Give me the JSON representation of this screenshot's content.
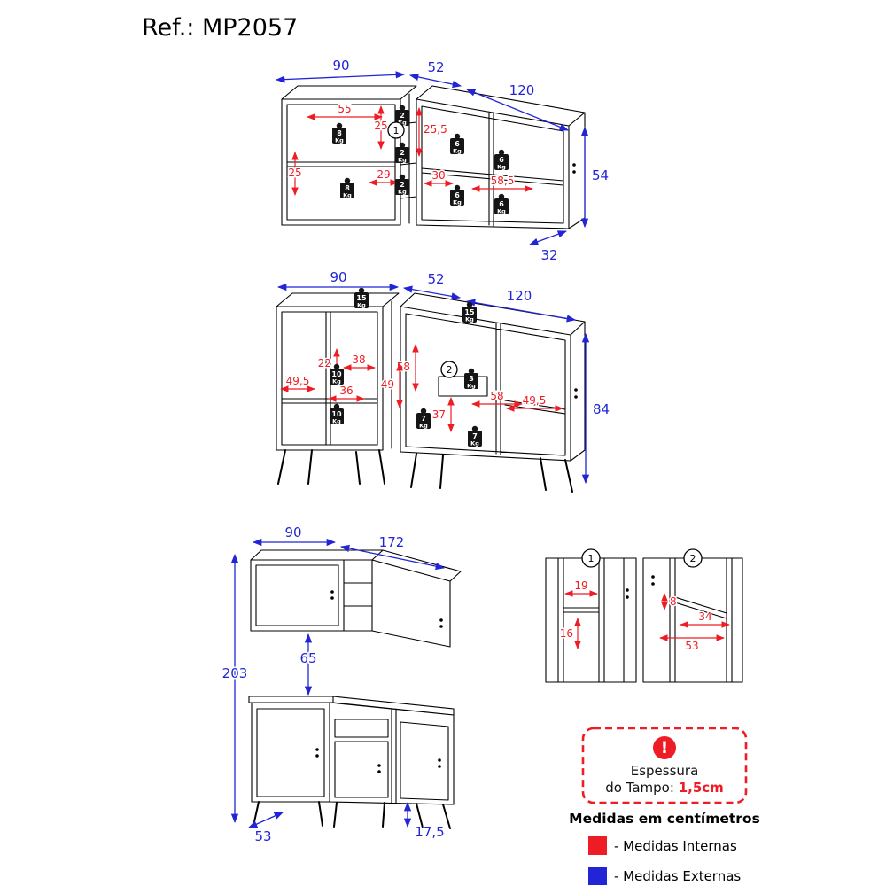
{
  "title": "Ref.: MP2057",
  "kg_unit": "Kg",
  "callouts": {
    "one": "1",
    "two": "2"
  },
  "wall_unit": {
    "external": {
      "left_width": "90",
      "corner_width": "52",
      "right_width": "120",
      "height": "54",
      "depth": "32"
    },
    "internal": {
      "left_shelf_width": "55",
      "left_upper_height": "25",
      "left_lower_height": "25",
      "corner_height": "25,5",
      "corner_width": "29",
      "corner_opening": "30",
      "right_shelf_width": "58,5"
    },
    "weights": [
      "8",
      "2",
      "2",
      "8",
      "2",
      "6",
      "6",
      "6",
      "6"
    ]
  },
  "base_unit": {
    "external": {
      "left_width": "90",
      "corner_width": "52",
      "right_width": "120",
      "height": "84"
    },
    "internal": {
      "left_depth": "49,5",
      "left_gap": "22",
      "left_width": "38",
      "left_shelf": "36",
      "mid_height": "58",
      "left_height": "49",
      "right_width": "58",
      "right_height": "37",
      "right_depth": "49,5"
    },
    "weights": [
      "15",
      "15",
      "10",
      "10",
      "3",
      "7",
      "7"
    ]
  },
  "assembly": {
    "external": {
      "top_width": "90",
      "total_width": "172",
      "total_height": "203",
      "gap_height": "65",
      "depth": "53",
      "leg_height": "17,5"
    }
  },
  "detail_one": {
    "width": "19",
    "height": "16"
  },
  "detail_two": {
    "lip": "8",
    "depth": "34",
    "width": "53"
  },
  "legend": {
    "warning_icon": "!",
    "warning_line1": "Espessura",
    "warning_line2_prefix": "do Tampo: ",
    "warning_value": "1,5cm",
    "units_note": "Medidas em centímetros",
    "internal_label": "- Medidas Internas",
    "external_label": "- Medidas Externas",
    "internal_color": "#ee1c24",
    "external_color": "#2125d6"
  }
}
